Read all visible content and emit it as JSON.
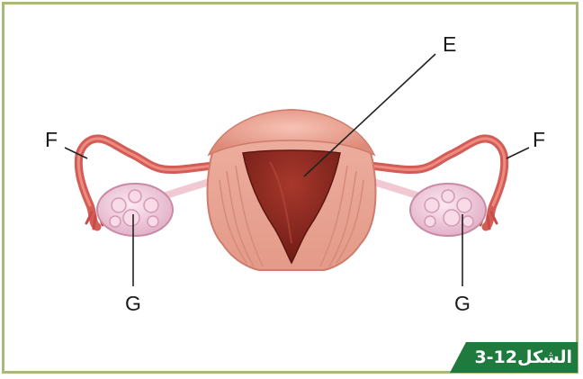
{
  "labels": {
    "E": "E",
    "F_left": "F",
    "F_right": "F",
    "G_left": "G",
    "G_right": "G"
  },
  "caption": {
    "word": "الشكل",
    "number": "3-12"
  },
  "colors": {
    "frame": "#a9b97c",
    "caption_bg": "#1f7a3d",
    "uterus_outer": "#e9a394",
    "uterus_cavity": "#8e2a20",
    "tube": "#d9605c",
    "ovary": "#f2cfe0"
  }
}
